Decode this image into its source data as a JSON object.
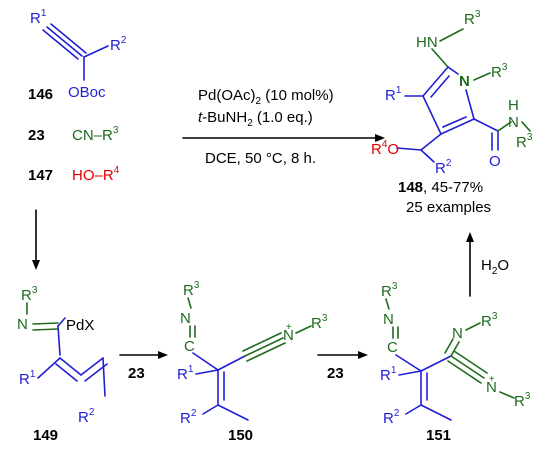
{
  "compound_labels": {
    "c146": "146",
    "c23": "23",
    "c147": "147",
    "c148": "148",
    "c149": "149",
    "c150": "150",
    "c151": "151"
  },
  "reagents": {
    "isocyanide": "CN–R",
    "isocyanide_sup": "3",
    "alcohol": "HO–R",
    "alcohol_sup": "4",
    "boc": "OBoc"
  },
  "conditions": {
    "catalyst": "Pd(OAc)",
    "catalyst_sub": "2",
    "catalyst_loading": " (10 mol%)",
    "base_prefix": "t",
    "base": "-BuNH",
    "base_sub": "2",
    "base_eq": " (1.0 eq.)",
    "solvent": "DCE, 50 °C, 8 h."
  },
  "product": {
    "yield": ", 45-77%",
    "examples": "25 examples"
  },
  "step_labels": {
    "arrow_149_150": "23",
    "arrow_150_151": "23",
    "hydrolysis": "H",
    "hydrolysis_sub": "2",
    "hydrolysis_tail": "O"
  },
  "atoms": {
    "R": "R",
    "N": "N",
    "H": "H",
    "O": "O",
    "C": "C",
    "PdX": "PdX",
    "plus": "+",
    "sup1": "1",
    "sup2": "2",
    "sup3": "3",
    "sup4": "4"
  },
  "colors": {
    "blue": "#1f1fd6",
    "green": "#1e6b1e",
    "red": "#e00000",
    "black": "#000000"
  }
}
